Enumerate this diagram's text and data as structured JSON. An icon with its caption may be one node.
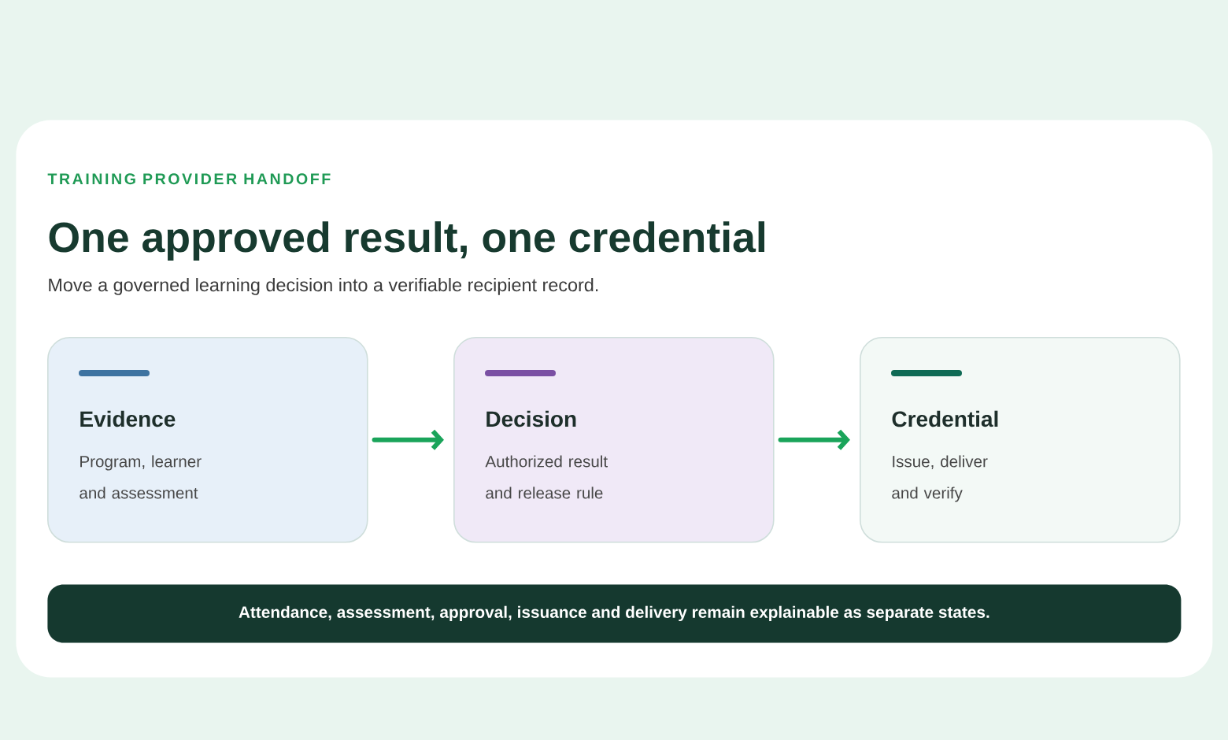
{
  "diagram": {
    "nodes": [
      {
        "text": [
          "TRAINING PROVIDER HANDOFF",
          "One approved result, one credential",
          "Move a governed learning decision into a verifiable recipient record."
        ]
      },
      {
        "text": [
          "Evidence",
          "Program, learner and assessment"
        ],
        "in": 0
      },
      {
        "text": [
          "Decision",
          "Authorized result and release rule"
        ],
        "in": 0
      },
      {
        "text": [
          "Credential",
          "Issue, deliver and verify"
        ],
        "in": 0
      },
      {
        "text": [
          "Attendance, assessment, approval, issuance and delivery remain explainable as separate states."
        ],
        "in": 0
      }
    ],
    "edges": [
      {
        "from": 1,
        "to": 2,
        "arrow": "to"
      },
      {
        "from": 2,
        "to": 3,
        "arrow": "to"
      }
    ]
  }
}
